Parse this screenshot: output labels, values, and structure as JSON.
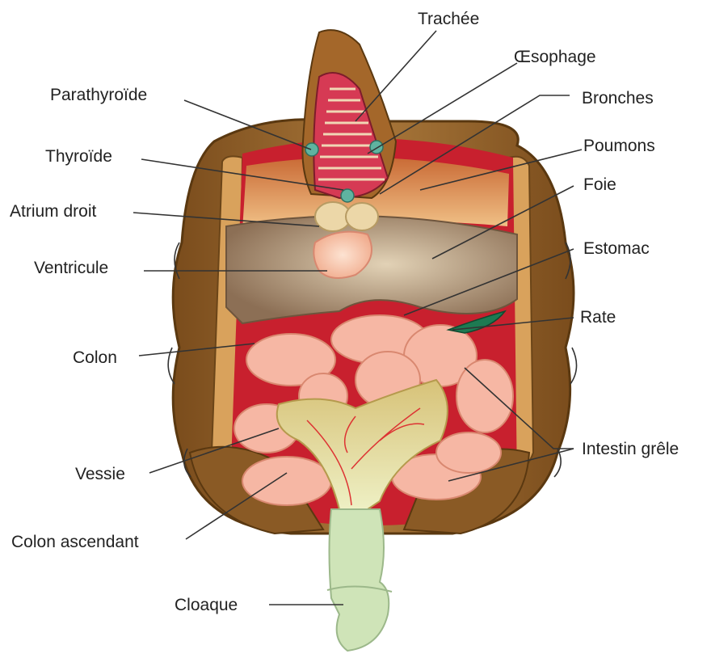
{
  "labels": {
    "trachee": "Trachée",
    "oesophage": "Œsophage",
    "bronches": "Bronches",
    "poumons": "Poumons",
    "foie": "Foie",
    "estomac": "Estomac",
    "rate": "Rate",
    "intestin_grele": "Intestin grêle",
    "parathyroide": "Parathyroïde",
    "thyroide": "Thyroïde",
    "atrium_droit": "Atrium droit",
    "ventricule": "Ventricule",
    "colon": "Colon",
    "vessie": "Vessie",
    "colon_ascendant": "Colon ascendant",
    "cloaque": "Cloaque"
  },
  "colors": {
    "shell": "#9a6a2e",
    "shell_dark": "#6b4518",
    "cavity": "#c8202e",
    "liver": "#a3876e",
    "lung": "#e29a55",
    "intestine": "#f6b7a4",
    "bladder": "#dccb86",
    "cloaca": "#cfe4b8",
    "spleen": "#1d7a52",
    "gland": "#5fb3a0"
  }
}
